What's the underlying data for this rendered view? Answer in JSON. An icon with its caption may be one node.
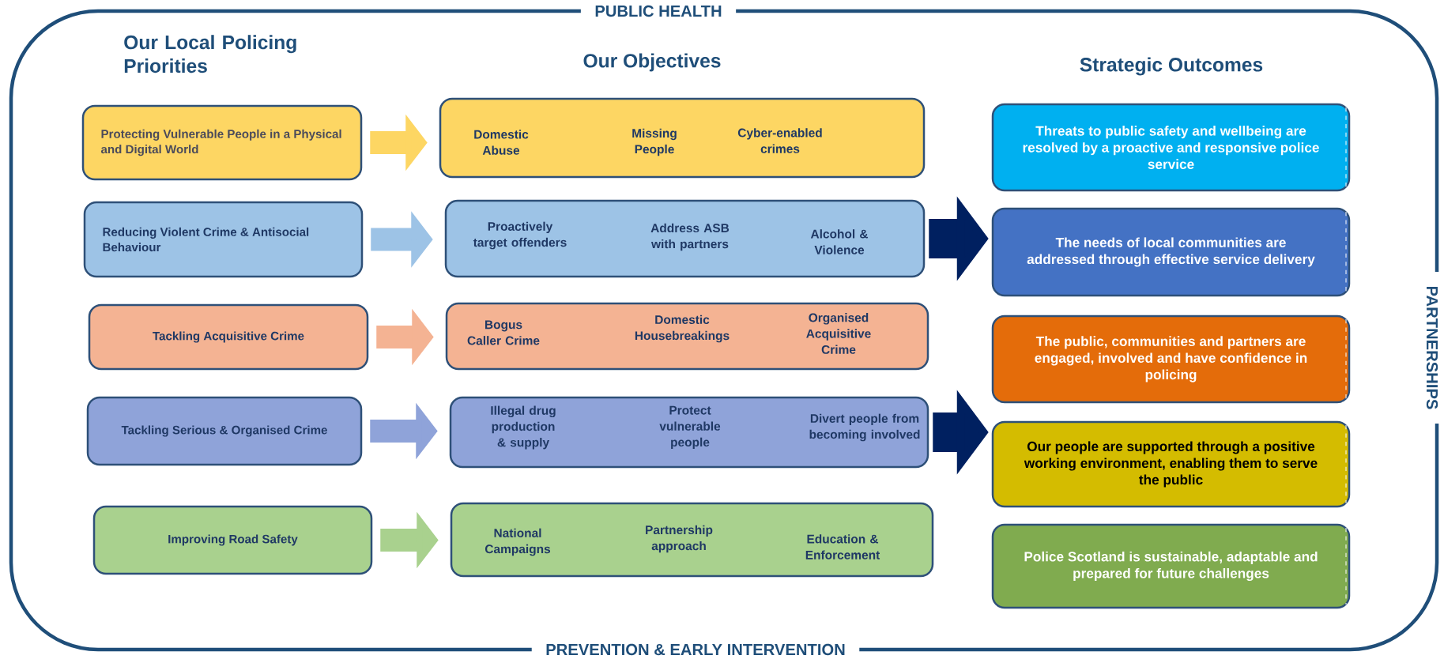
{
  "diagram": {
    "nodes": [
      {
        "text": [
          "Protecting Vulnerable People in a Physical and Digital World"
        ]
      },
      {
        "text": [
          "Reducing Violent Crime & Antisocial Behaviour"
        ]
      },
      {
        "text": [
          "Tackling Acquisitive Crime"
        ]
      },
      {
        "text": [
          "Tackling Serious & Organised Crime"
        ]
      },
      {
        "text": [
          "Improving Road Safety"
        ]
      },
      {
        "text": [
          "Domestic Abuse",
          "Missing People",
          "Cyber-enabled crimes"
        ]
      },
      {
        "text": [
          "Proactively target offenders",
          "Address ASB with partners",
          "Alcohol & Violence"
        ]
      },
      {
        "text": [
          "Bogus Caller Crime",
          "Domestic Housebreakings",
          "Organised Acquisitive Crime"
        ]
      },
      {
        "text": [
          "Illegal drug production & supply",
          "Protect vulnerable people",
          "Divert people from becoming involved"
        ]
      },
      {
        "text": [
          "National Campaigns",
          "Partnership approach",
          "Education & Enforcement"
        ]
      },
      {
        "text": [
          "Threats to public safety and wellbeing are resolved by a proactive and responsive police service"
        ]
      },
      {
        "text": [
          "The needs of local communities are addressed through effective service delivery"
        ]
      },
      {
        "text": [
          "The public, communities and partners are engaged, involved and have confidence in policing"
        ]
      },
      {
        "text": [
          "Our people are supported through a positive working environment, enabling them to serve the public"
        ]
      },
      {
        "text": [
          "Police Scotland is sustainable, adaptable and prepared for future challenges"
        ]
      }
    ],
    "edges": [
      {
        "from": 0,
        "to": 5,
        "arrow": "to",
        "color": "#fdd663"
      },
      {
        "from": 1,
        "to": 6,
        "arrow": "to",
        "color": "#9dc3e6"
      },
      {
        "from": 2,
        "to": 7,
        "arrow": "to",
        "color": "#f4b393"
      },
      {
        "from": 3,
        "to": 8,
        "arrow": "to",
        "color": "#8fa3d9"
      },
      {
        "from": 4,
        "to": 9,
        "arrow": "to",
        "color": "#a9d18e"
      },
      {
        "from": 6,
        "to": 11,
        "arrow": "to",
        "color": "#002060"
      },
      {
        "from": 8,
        "to": 13,
        "arrow": "to",
        "color": "#002060"
      }
    ],
    "labels": [
      "PUBLIC HEALTH",
      "Our Local Policing Priorities",
      "Our Objectives",
      "Strategic Outcomes",
      "PARTNERSHIPS",
      "PREVENTION & EARLY INTERVENTION"
    ]
  }
}
